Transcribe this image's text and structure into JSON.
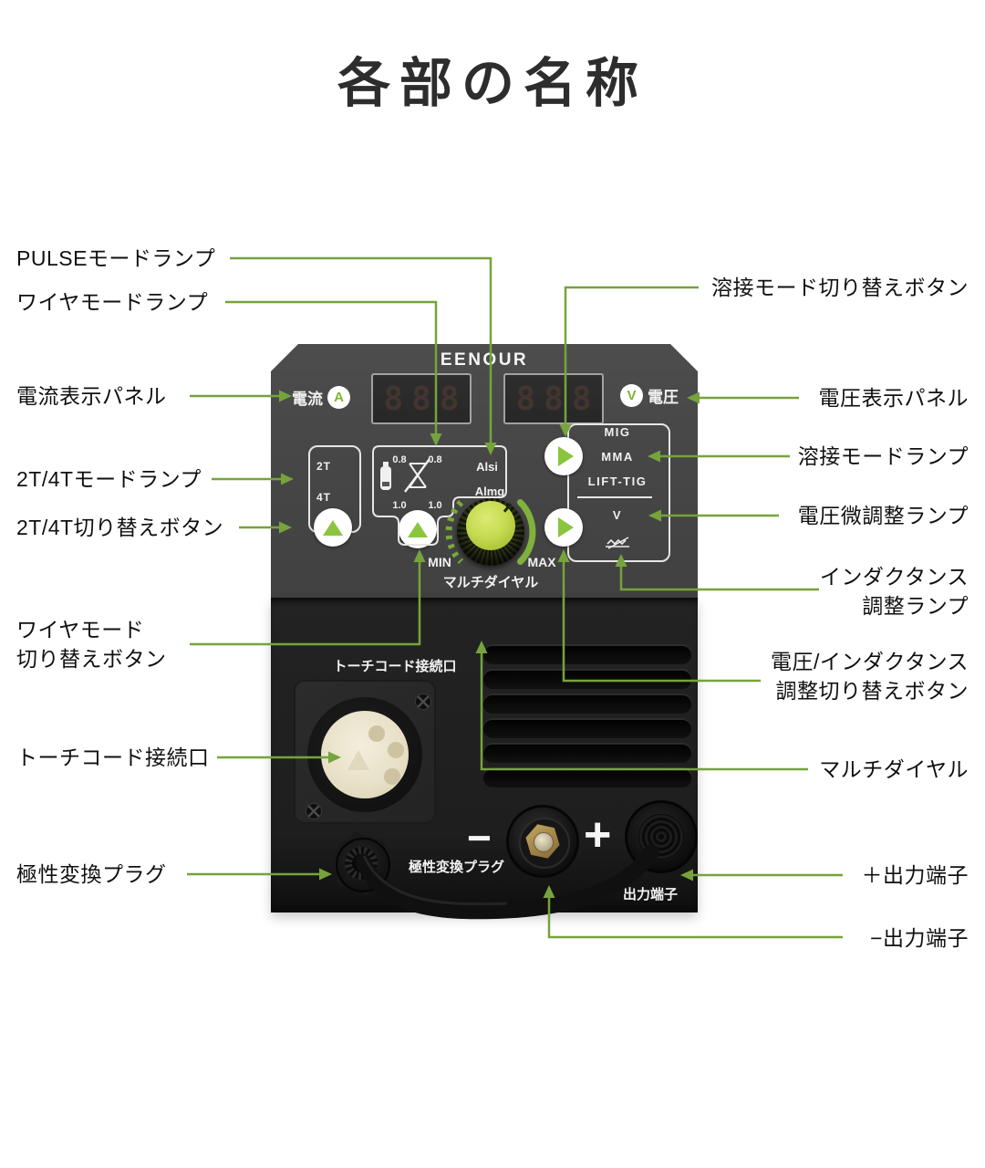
{
  "title": "各部の名称",
  "colors": {
    "callout_green": "#76A33C",
    "accent_green": "#8BC53F",
    "knob_green": "#C6DB51",
    "panel_gray": "#474747",
    "body_black": "#1E1E1E"
  },
  "left_labels": [
    {
      "text": "PULSEモードランプ"
    },
    {
      "text": "ワイヤモードランプ"
    },
    {
      "text": "電流表示パネル"
    },
    {
      "text": "2T/4Tモードランプ"
    },
    {
      "text": "2T/4T切り替えボタン"
    },
    {
      "text": "ワイヤモード\n切り替えボタン"
    },
    {
      "text": "トーチコード接続口"
    },
    {
      "text": "極性変換プラグ"
    }
  ],
  "right_labels": [
    {
      "text": "溶接モード切り替えボタン"
    },
    {
      "text": "電圧表示パネル"
    },
    {
      "text": "溶接モードランプ"
    },
    {
      "text": "電圧微調整ランプ"
    },
    {
      "text": "インダクタンス\n調整ランプ"
    },
    {
      "text": "電圧/インダクタンス\n調整切り替えボタン"
    },
    {
      "text": "マルチダイヤル"
    },
    {
      "text": "＋出力端子"
    },
    {
      "text": "−出力端子"
    }
  ],
  "machine": {
    "brand": "EENOUR",
    "current_label": "電流",
    "current_unit": "A",
    "voltage_label": "電圧",
    "voltage_unit": "V",
    "display_value": "888",
    "mode_2t": "2T",
    "mode_4t": "4T",
    "wire_sizes": {
      "top_left": "0.8",
      "top_right": "0.8",
      "bottom_left": "1.0",
      "bottom_right": "1.0"
    },
    "alsi": "Alsi",
    "almg": "Almg",
    "weld_modes": [
      "MIG",
      "MMA",
      "LIFT-TIG"
    ],
    "volt_symbol": "V",
    "dial_min": "MIN",
    "dial_max": "MAX",
    "dial_label": "マルチダイヤル",
    "torch_print": "トーチコード接続口",
    "polarity_print": "極性変換プラグ",
    "output_print": "出力端子",
    "minus_sign": "−",
    "plus_sign": "+"
  }
}
